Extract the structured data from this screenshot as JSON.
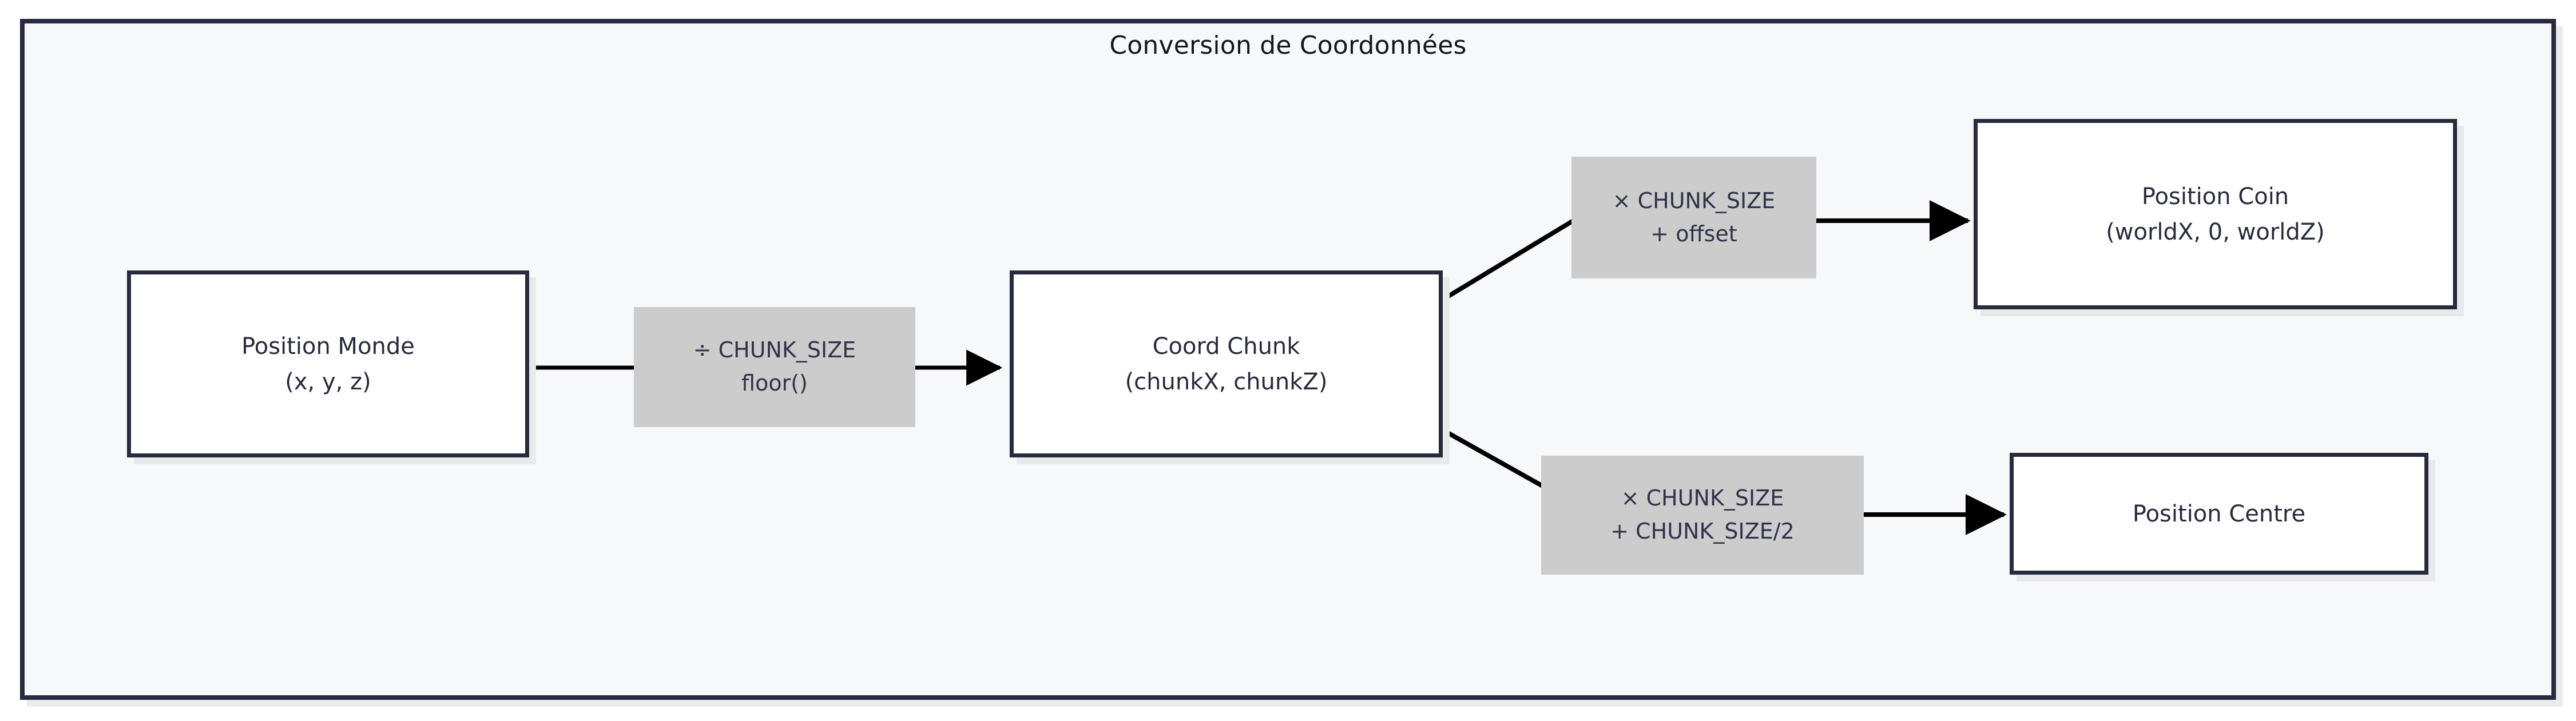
{
  "diagram": {
    "title": "Conversion de Coordonnées",
    "type": "flowchart",
    "direction": "left-to-right",
    "colors": {
      "frame_border": "#282a3d",
      "frame_fill": "#f7f8fa",
      "node_border": "#282a3d",
      "node_fill": "#ffffff",
      "node_text": "#282a3d",
      "edge_stroke": "#000000",
      "edge_label_fill": "#cccccc",
      "edge_label_text": "#31324a",
      "page_background": "#ffffff"
    },
    "nodes": [
      {
        "id": "world",
        "line1": "Position Monde",
        "line2": "(x, y, z)"
      },
      {
        "id": "chunk",
        "line1": "Coord Chunk",
        "line2": "(chunkX, chunkZ)"
      },
      {
        "id": "corner",
        "line1": "Position Coin",
        "line2": "(worldX, 0, worldZ)"
      },
      {
        "id": "center",
        "line1": "Position Centre",
        "line2": ""
      }
    ],
    "edges": [
      {
        "id": "world-to-chunk",
        "from": "world",
        "to": "chunk",
        "label_line1": "÷ CHUNK_SIZE",
        "label_line2": "floor()"
      },
      {
        "id": "chunk-to-corner",
        "from": "chunk",
        "to": "corner",
        "label_line1": "× CHUNK_SIZE",
        "label_line2": "+ offset"
      },
      {
        "id": "chunk-to-center",
        "from": "chunk",
        "to": "center",
        "label_line1": "× CHUNK_SIZE",
        "label_line2": "+ CHUNK_SIZE/2"
      }
    ]
  }
}
